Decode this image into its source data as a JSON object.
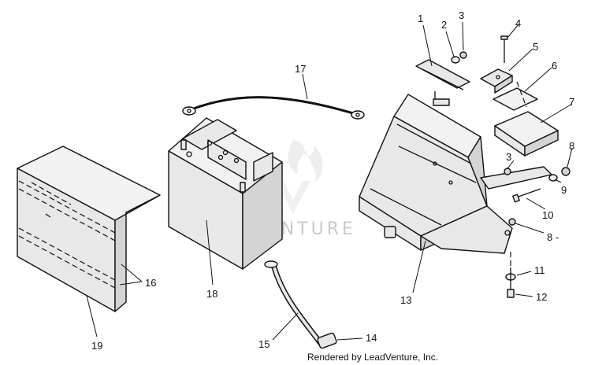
{
  "diagram": {
    "callouts": [
      "1",
      "2",
      "3",
      "4",
      "5",
      "6",
      "7",
      "3",
      "8",
      "9",
      "10",
      "8 -",
      "11",
      "12",
      "13",
      "14",
      "15",
      "16",
      "17",
      "18",
      "19"
    ]
  },
  "watermark": {
    "text": "LEADVENTURE"
  },
  "footer": {
    "credit": "Rendered by LeadVenture, Inc."
  }
}
